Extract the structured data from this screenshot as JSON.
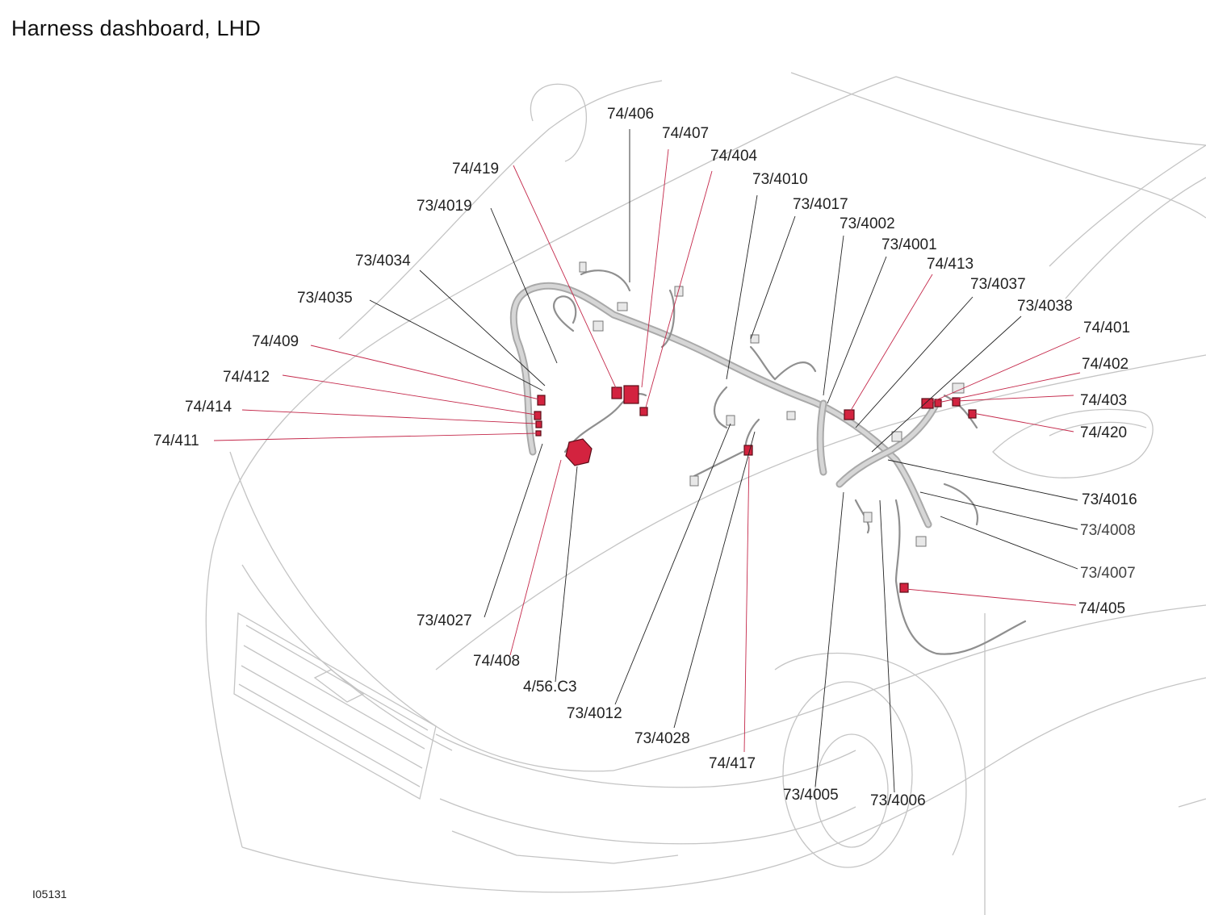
{
  "title": "Harness dashboard, LHD",
  "figure_id": "I05131",
  "labels": [
    {
      "id": "74-406",
      "text": "74/406"
    },
    {
      "id": "74-407",
      "text": "74/407"
    },
    {
      "id": "74-404",
      "text": "74/404"
    },
    {
      "id": "73-4010",
      "text": "73/4010"
    },
    {
      "id": "74-419",
      "text": "74/419"
    },
    {
      "id": "73-4019",
      "text": "73/4019"
    },
    {
      "id": "73-4017",
      "text": "73/4017"
    },
    {
      "id": "73-4002",
      "text": "73/4002"
    },
    {
      "id": "73-4001",
      "text": "73/4001"
    },
    {
      "id": "74-413",
      "text": "74/413"
    },
    {
      "id": "73-4034",
      "text": "73/4034"
    },
    {
      "id": "73-4037",
      "text": "73/4037"
    },
    {
      "id": "73-4035",
      "text": "73/4035"
    },
    {
      "id": "73-4038",
      "text": "73/4038"
    },
    {
      "id": "74-401",
      "text": "74/401"
    },
    {
      "id": "74-409",
      "text": "74/409"
    },
    {
      "id": "74-402",
      "text": "74/402"
    },
    {
      "id": "74-412",
      "text": "74/412"
    },
    {
      "id": "74-403",
      "text": "74/403"
    },
    {
      "id": "74-414",
      "text": "74/414"
    },
    {
      "id": "74-420",
      "text": "74/420"
    },
    {
      "id": "74-411",
      "text": "74/411"
    },
    {
      "id": "73-4016",
      "text": "73/4016"
    },
    {
      "id": "73-4008",
      "text": "73/4008"
    },
    {
      "id": "73-4007",
      "text": "73/4007"
    },
    {
      "id": "74-405",
      "text": "74/405"
    },
    {
      "id": "73-4027",
      "text": "73/4027"
    },
    {
      "id": "74-408",
      "text": "74/408"
    },
    {
      "id": "4-56-c3",
      "text": "4/56.C3"
    },
    {
      "id": "73-4012",
      "text": "73/4012"
    },
    {
      "id": "73-4028",
      "text": "73/4028"
    },
    {
      "id": "74-417",
      "text": "74/417"
    },
    {
      "id": "73-4005",
      "text": "73/4005"
    },
    {
      "id": "73-4006",
      "text": "73/4006"
    }
  ]
}
